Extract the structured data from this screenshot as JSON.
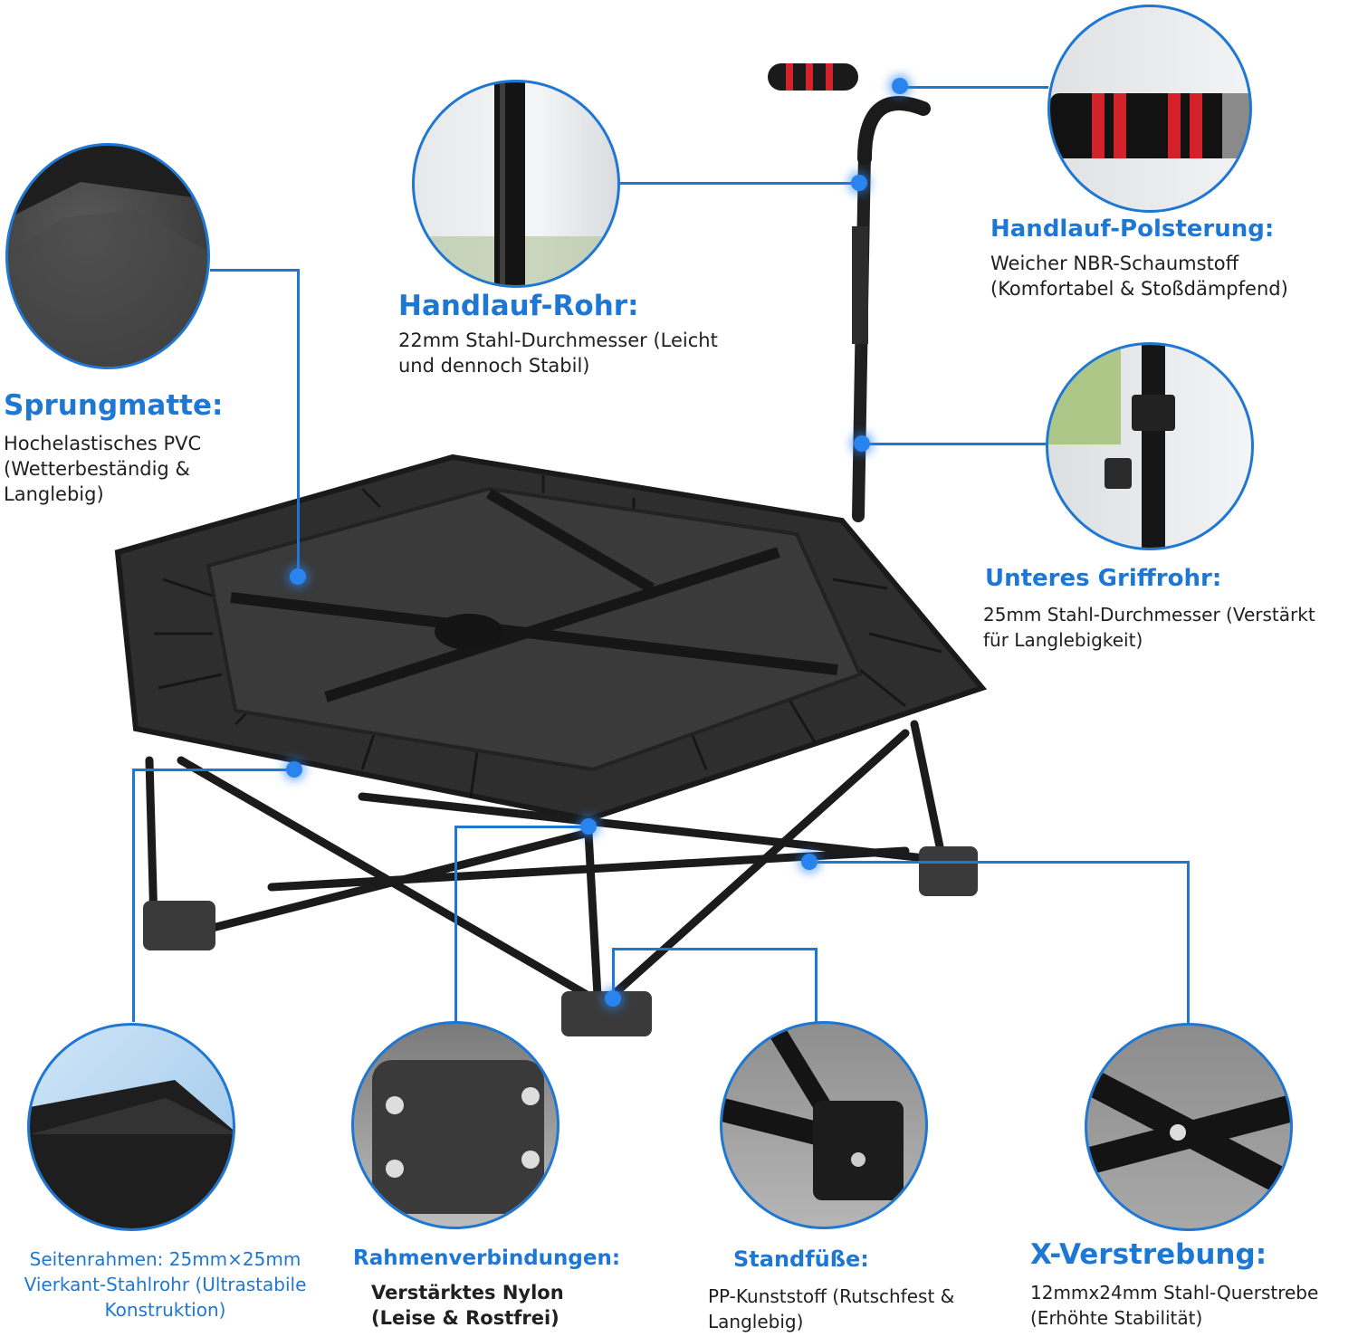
{
  "features": {
    "mat": {
      "title": "Sprungmatte:",
      "lines": [
        "Hochelastisches PVC",
        "(Wetterbeständig &",
        "Langlebig)"
      ]
    },
    "rail_tube": {
      "title": "Handlauf-Rohr:",
      "lines": [
        "22mm Stahl-Durchmesser (Leicht",
        "und dennoch Stabil)"
      ]
    },
    "padding": {
      "title": "Handlauf-Polsterung:",
      "lines": [
        "Weicher NBR-Schaumstoff",
        "(Komfortabel & Stoßdämpfend)"
      ]
    },
    "lower_tube": {
      "title": "Unteres Griffrohr:",
      "lines": [
        "25mm Stahl-Durchmesser (Verstärkt",
        "für Langlebigkeit)"
      ]
    },
    "side_frame": {
      "lines": [
        "Seitenrahmen: 25mm×25mm",
        "Vierkant-Stahlrohr (Ultrastabile",
        "Konstruktion)"
      ]
    },
    "joints": {
      "title": "Rahmenverbindungen:",
      "lines": [
        "Verstärktes Nylon",
        "(Leise & Rostfrei)"
      ]
    },
    "feet": {
      "title": "Standfüße:",
      "lines": [
        "PP-Kunststoff (Rutschfest &",
        "Langlebig)"
      ]
    },
    "x_brace": {
      "title": "X-Verstrebung:",
      "lines": [
        "12mmx24mm Stahl-Querstrebe",
        "(Erhöhte Stabilität)"
      ]
    }
  },
  "colors": {
    "accent": "#1f77d4",
    "dot": "#2a84f0",
    "frame": "#2b2b2b",
    "grip": "#d3222a"
  }
}
